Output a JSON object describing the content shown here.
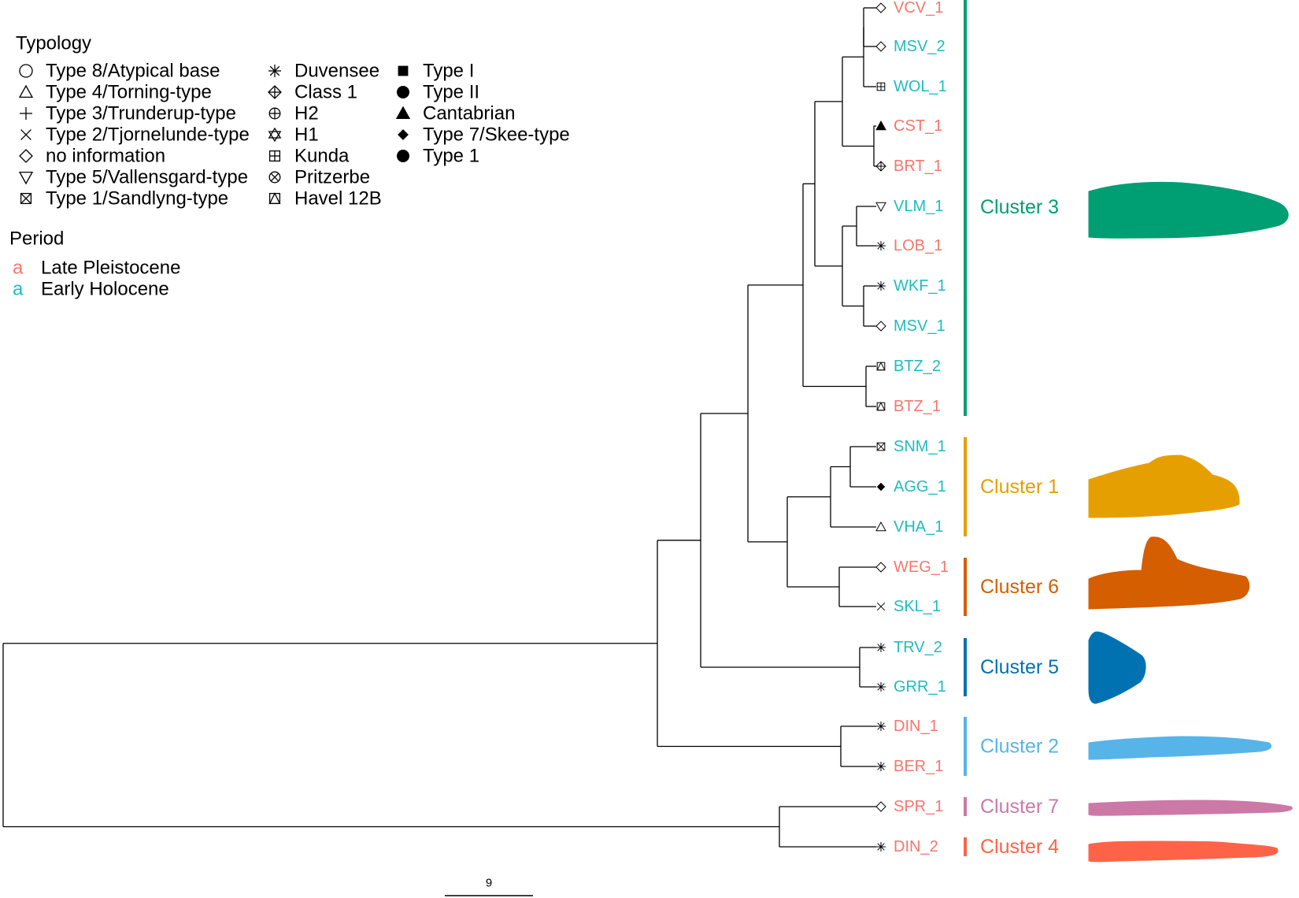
{
  "legend": {
    "typology_title": "Typology",
    "period_title": "Period",
    "typology_items": [
      {
        "label": "Type 8/Atypical base",
        "icon": "circle-open"
      },
      {
        "label": "Type 4/Torning-type",
        "icon": "triangle-up-open"
      },
      {
        "label": "Type 3/Trunderup-type",
        "icon": "plus"
      },
      {
        "label": "Type 2/Tjornelunde-type",
        "icon": "cross"
      },
      {
        "label": "no information",
        "icon": "diamond-open"
      },
      {
        "label": "Type 5/Vallensgard-type",
        "icon": "triangle-down-open"
      },
      {
        "label": "Type 1/Sandlyng-type",
        "icon": "square-cross"
      },
      {
        "label": "Duvensee",
        "icon": "asterisk"
      },
      {
        "label": "Class 1",
        "icon": "diamond-plus"
      },
      {
        "label": "H2",
        "icon": "circle-plus"
      },
      {
        "label": "H1",
        "icon": "star-of-david"
      },
      {
        "label": "Kunda",
        "icon": "square-plus"
      },
      {
        "label": "Pritzerbe",
        "icon": "circle-cross"
      },
      {
        "label": "Havel 12B",
        "icon": "square-triangle"
      },
      {
        "label": "Type I",
        "icon": "square-filled"
      },
      {
        "label": "Type II",
        "icon": "circle-filled"
      },
      {
        "label": "Cantabrian",
        "icon": "triangle-filled"
      },
      {
        "label": "Type 7/Skee-type",
        "icon": "diamond-filled"
      },
      {
        "label": "Type 1",
        "icon": "circle-filled"
      }
    ],
    "period_items": [
      {
        "glyph": "a",
        "label": "Late Pleistocene",
        "color": "#F8766D"
      },
      {
        "glyph": "a",
        "label": "Early Holocene",
        "color": "#1FBCC0"
      }
    ]
  },
  "colors": {
    "late_pleistocene": "#F8766D",
    "early_holocene": "#1FBCC0",
    "branch": "#000000"
  },
  "leaves": [
    {
      "label": "VCV_1",
      "period": "late",
      "icon": "diamond-open"
    },
    {
      "label": "MSV_2",
      "period": "early",
      "icon": "diamond-open"
    },
    {
      "label": "WOL_1",
      "period": "early",
      "icon": "square-plus"
    },
    {
      "label": "CST_1",
      "period": "late",
      "icon": "triangle-filled"
    },
    {
      "label": "BRT_1",
      "period": "late",
      "icon": "diamond-plus"
    },
    {
      "label": "VLM_1",
      "period": "early",
      "icon": "triangle-down-open"
    },
    {
      "label": "LOB_1",
      "period": "late",
      "icon": "asterisk"
    },
    {
      "label": "WKF_1",
      "period": "early",
      "icon": "asterisk"
    },
    {
      "label": "MSV_1",
      "period": "early",
      "icon": "diamond-open"
    },
    {
      "label": "BTZ_2",
      "period": "early",
      "icon": "square-triangle"
    },
    {
      "label": "BTZ_1",
      "period": "late",
      "icon": "square-triangle"
    },
    {
      "label": "SNM_1",
      "period": "early",
      "icon": "square-cross"
    },
    {
      "label": "AGG_1",
      "period": "early",
      "icon": "diamond-filled"
    },
    {
      "label": "VHA_1",
      "period": "early",
      "icon": "triangle-up-open"
    },
    {
      "label": "WEG_1",
      "period": "late",
      "icon": "diamond-open"
    },
    {
      "label": "SKL_1",
      "period": "early",
      "icon": "cross"
    },
    {
      "label": "TRV_2",
      "period": "early",
      "icon": "asterisk"
    },
    {
      "label": "GRR_1",
      "period": "early",
      "icon": "asterisk"
    },
    {
      "label": "DIN_1",
      "period": "late",
      "icon": "asterisk"
    },
    {
      "label": "BER_1",
      "period": "late",
      "icon": "asterisk"
    },
    {
      "label": "SPR_1",
      "period": "late",
      "icon": "diamond-open"
    },
    {
      "label": "DIN_2",
      "period": "late",
      "icon": "asterisk"
    }
  ],
  "clusters": [
    {
      "label": "Cluster 3",
      "color": "#009E73",
      "first": 0,
      "last": 10,
      "shape": "cluster-3-outline"
    },
    {
      "label": "Cluster 1",
      "color": "#E69F00",
      "first": 11,
      "last": 13,
      "shape": "cluster-1-outline"
    },
    {
      "label": "Cluster 6",
      "color": "#D55E00",
      "first": 14,
      "last": 15,
      "shape": "cluster-6-outline"
    },
    {
      "label": "Cluster 5",
      "color": "#0072B2",
      "first": 16,
      "last": 17,
      "shape": "cluster-5-outline"
    },
    {
      "label": "Cluster 2",
      "color": "#56B4E9",
      "first": 18,
      "last": 19,
      "shape": "cluster-2-outline"
    },
    {
      "label": "Cluster 7",
      "color": "#CC79A7",
      "first": 20,
      "last": 20,
      "shape": "cluster-7-outline"
    },
    {
      "label": "Cluster 4",
      "color": "#FF6347",
      "first": 21,
      "last": 21,
      "shape": "cluster-4-outline"
    }
  ],
  "scale_bar": {
    "label": "9"
  }
}
